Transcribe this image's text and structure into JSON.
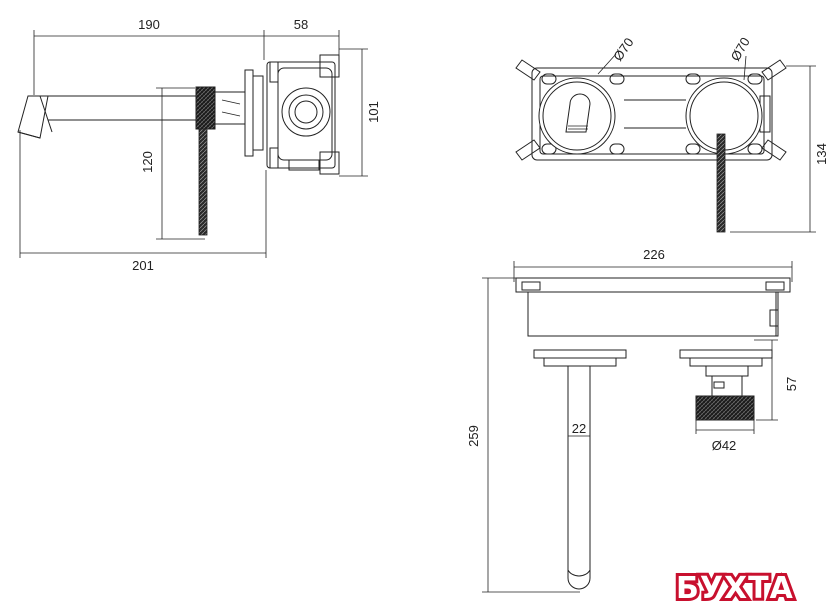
{
  "dimensions": {
    "side_width": "190",
    "side_body_width": "58",
    "side_total_width": "201",
    "side_height": "120",
    "side_body_height": "101",
    "front_diameter_left": "Ø70",
    "front_diameter_right": "Ø70",
    "front_height": "134",
    "top_width": "226",
    "top_depth": "259",
    "spout_diameter": "22",
    "handle_height": "57",
    "handle_diameter": "Ø42"
  },
  "logo": {
    "text": "БУХТА",
    "color": "#c8102e"
  }
}
